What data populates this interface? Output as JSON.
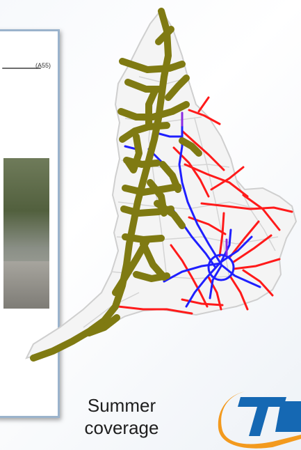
{
  "caption": {
    "line1": "Summer",
    "line2": "coverage"
  },
  "thumbnail": {
    "header_text": "(A55)"
  },
  "colors": {
    "olive_network": "#7f7a12",
    "red_network": "#ff1a1a",
    "blue_network": "#1f1fff",
    "purple_link": "#8a2be2",
    "outline": "#c9c9c9",
    "logo_blue": "#1568b3",
    "logo_orange": "#f39a1e"
  },
  "icons": {
    "logo": "company-logo-icon",
    "map": "england-road-map"
  }
}
